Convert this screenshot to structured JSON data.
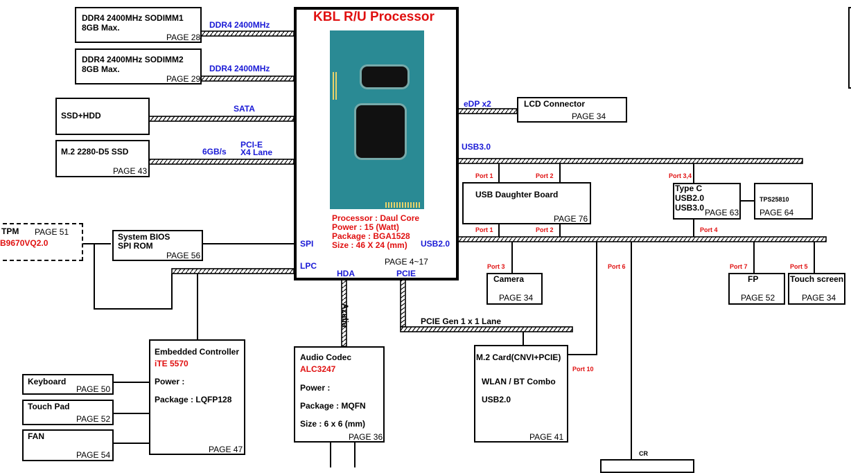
{
  "processor": {
    "title": "KBL R/U Processor",
    "spec_processor": "Processor : Daul  Core",
    "spec_power": "Power : 15  (Watt)",
    "spec_package": "Package : BGA1528",
    "spec_size": "Size : 46 X 24 (mm)",
    "page": "PAGE 4~17",
    "pin_spi": "SPI",
    "pin_lpc": "LPC",
    "pin_hda": "HDA",
    "pin_pcie": "PCIE",
    "pin_usb2": "USB2.0",
    "pin_usb3": "USB3.0",
    "pin_edp": "eDP x2"
  },
  "buses": {
    "ddr4_1": "DDR4 2400MHz",
    "ddr4_2": "DDR4 2400MHz",
    "sata": "SATA",
    "pcie_speed": "6GB/s",
    "pcie_name": "PCI-E",
    "pcie_lanes": "X4 Lane",
    "azalia": "Azalia",
    "pcie_gen": "PCIE Gen 1 x 1 Lane"
  },
  "blocks": {
    "sodimm1": {
      "line1": "DDR4 2400MHz SODIMM1",
      "line2": "8GB Max.",
      "page": "PAGE 28"
    },
    "sodimm2": {
      "line1": "DDR4 2400MHz SODIMM2",
      "line2": "8GB Max.",
      "page": "PAGE 29"
    },
    "ssd_hdd": {
      "label": "SSD+HDD"
    },
    "m2_ssd": {
      "label": "M.2 2280-D5 SSD",
      "page": "PAGE 43"
    },
    "tpm": {
      "label": "TPM",
      "page": "PAGE 51",
      "part": "B9670VQ2.0"
    },
    "bios": {
      "line1": "System BIOS",
      "line2": "SPI ROM",
      "page": "PAGE 56"
    },
    "lcd": {
      "label": "LCD Connector",
      "page": "PAGE 34"
    },
    "usb_db": {
      "label": "USB Daughter Board",
      "page": "PAGE 76"
    },
    "typec": {
      "line1": "Type C",
      "line2": "USB2.0",
      "line3": "USB3.0",
      "page": "PAGE 63"
    },
    "tps": {
      "label": "TPS25810",
      "page": "PAGE 64"
    },
    "camera": {
      "label": "Camera",
      "page": "PAGE 34"
    },
    "fp": {
      "label": "FP",
      "page": "PAGE 52"
    },
    "touchscreen": {
      "label": "Touch screen",
      "page": "PAGE 34"
    },
    "ec": {
      "title": "Embedded Controller",
      "part": "iTE 5570",
      "power": "Power :",
      "package": "Package : LQFP128",
      "page": "PAGE 47"
    },
    "audio": {
      "title": "Audio Codec",
      "part": "ALC3247",
      "power": "Power :",
      "package": "Package : MQFN",
      "size": "Size : 6 x 6 (mm)",
      "page": "PAGE 36"
    },
    "m2card": {
      "title": "M.2 Card(CNVI+PCIE)",
      "line2": "WLAN / BT Combo",
      "line3": "USB2.0",
      "page": "PAGE 41"
    },
    "keyboard": {
      "label": "Keyboard",
      "page": "PAGE 50"
    },
    "touchpad": {
      "label": "Touch Pad",
      "page": "PAGE 52"
    },
    "fan": {
      "label": "FAN",
      "page": "PAGE 54"
    },
    "cr": {
      "label": "CR"
    }
  },
  "ports": {
    "usb3_p1": "Port 1",
    "usb3_p2": "Port 2",
    "usb3_p34": "Port 3,4",
    "usb2_p1": "Port 1",
    "usb2_p2": "Port 2",
    "usb2_p4": "Port 4",
    "p3": "Port 3",
    "p6": "Port 6",
    "p7": "Port 7",
    "p5": "Port 5",
    "p10": "Port 10"
  },
  "colors": {
    "bus_label": "#1a1ad6",
    "accent_red": "#e01010",
    "chip_teal": "#2a8a94"
  }
}
